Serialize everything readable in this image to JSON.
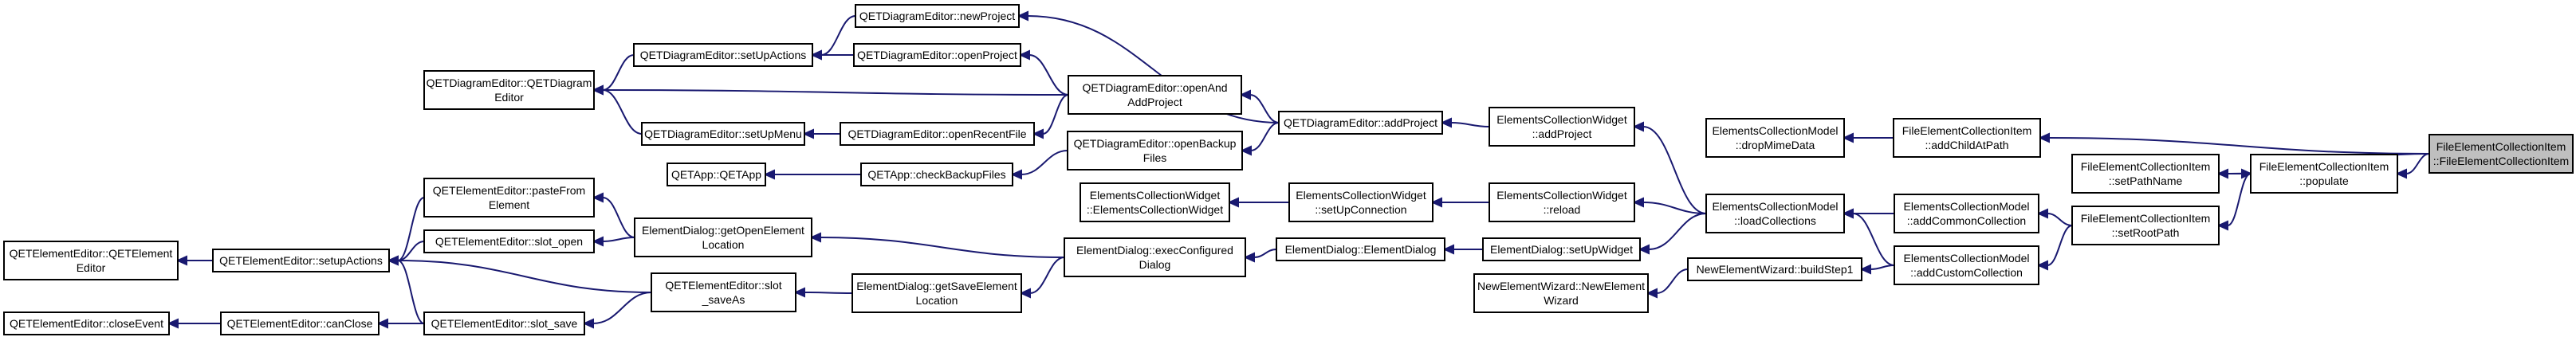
{
  "graph": {
    "root_id": "fecitem_ctor",
    "nodes": [
      {
        "id": "qetde_ctor",
        "lines": [
          "QETDiagramEditor::QETDiagram",
          "Editor"
        ]
      },
      {
        "id": "qetapp_ctor",
        "lines": [
          "QETApp::QETApp"
        ]
      },
      {
        "id": "qetee_ctor",
        "lines": [
          "QETElementEditor::QETElement",
          "Editor"
        ]
      },
      {
        "id": "qetee_closeEvent",
        "lines": [
          "QETElementEditor::closeEvent"
        ]
      },
      {
        "id": "qetde_setUpActions",
        "lines": [
          "QETDiagramEditor::setUpActions"
        ]
      },
      {
        "id": "qetde_setUpMenu",
        "lines": [
          "QETDiagramEditor::setUpMenu"
        ]
      },
      {
        "id": "qetee_pasteFromElement",
        "lines": [
          "QETElementEditor::pasteFrom",
          "Element"
        ]
      },
      {
        "id": "qetee_setupActions",
        "lines": [
          "QETElementEditor::setupActions"
        ]
      },
      {
        "id": "qetee_canClose",
        "lines": [
          "QETElementEditor::canClose"
        ]
      },
      {
        "id": "qetde_newProject",
        "lines": [
          "QETDiagramEditor::newProject"
        ]
      },
      {
        "id": "qetde_openProject",
        "lines": [
          "QETDiagramEditor::openProject"
        ]
      },
      {
        "id": "qetde_openRecentFile",
        "lines": [
          "QETDiagramEditor::openRecentFile"
        ]
      },
      {
        "id": "qetapp_checkBackupFiles",
        "lines": [
          "QETApp::checkBackupFiles"
        ]
      },
      {
        "id": "ed_getOpenElementLocation",
        "lines": [
          "ElementDialog::getOpenElement",
          "Location"
        ]
      },
      {
        "id": "qetee_slot_open",
        "lines": [
          "QETElementEditor::slot_open"
        ]
      },
      {
        "id": "qetee_slot_saveAs",
        "lines": [
          "QETElementEditor::slot",
          "_saveAs"
        ]
      },
      {
        "id": "qetee_slot_save",
        "lines": [
          "QETElementEditor::slot_save"
        ]
      },
      {
        "id": "ed_getSaveElementLocation",
        "lines": [
          "ElementDialog::getSaveElement",
          "Location"
        ]
      },
      {
        "id": "qetde_openAndAddProject",
        "lines": [
          "QETDiagramEditor::openAnd",
          "AddProject"
        ]
      },
      {
        "id": "qetde_openBackupFiles",
        "lines": [
          "QETDiagramEditor::openBackup",
          "Files"
        ]
      },
      {
        "id": "ecw_ctor",
        "lines": [
          "ElementsCollectionWidget",
          "::ElementsCollectionWidget"
        ]
      },
      {
        "id": "ed_execConfiguredDialog",
        "lines": [
          "ElementDialog::execConfigured",
          "Dialog"
        ]
      },
      {
        "id": "qetde_addProject",
        "lines": [
          "QETDiagramEditor::addProject"
        ]
      },
      {
        "id": "ecw_setUpConnection",
        "lines": [
          "ElementsCollectionWidget",
          "::setUpConnection"
        ]
      },
      {
        "id": "ed_ctor",
        "lines": [
          "ElementDialog::ElementDialog"
        ]
      },
      {
        "id": "ecw_addProject",
        "lines": [
          "ElementsCollectionWidget",
          "::addProject"
        ]
      },
      {
        "id": "ecw_reload",
        "lines": [
          "ElementsCollectionWidget",
          "::reload"
        ]
      },
      {
        "id": "ed_setUpWidget",
        "lines": [
          "ElementDialog::setUpWidget"
        ]
      },
      {
        "id": "new_ew_ctor",
        "lines": [
          "NewElementWizard::NewElement",
          "Wizard"
        ]
      },
      {
        "id": "ecm_dropMimeData",
        "lines": [
          "ElementsCollectionModel",
          "::dropMimeData"
        ]
      },
      {
        "id": "ecm_loadCollections",
        "lines": [
          "ElementsCollectionModel",
          "::loadCollections"
        ]
      },
      {
        "id": "new_ew_buildStep1",
        "lines": [
          "NewElementWizard::buildStep1"
        ]
      },
      {
        "id": "fecitem_addChildAtPath",
        "lines": [
          "FileElementCollectionItem",
          "::addChildAtPath"
        ]
      },
      {
        "id": "ecm_addCommonCollection",
        "lines": [
          "ElementsCollectionModel",
          "::addCommonCollection"
        ]
      },
      {
        "id": "ecm_addCustomCollection",
        "lines": [
          "ElementsCollectionModel",
          "::addCustomCollection"
        ]
      },
      {
        "id": "fecitem_setPathName",
        "lines": [
          "FileElementCollectionItem",
          "::setPathName"
        ]
      },
      {
        "id": "fecitem_setRootPath",
        "lines": [
          "FileElementCollectionItem",
          "::setRootPath"
        ]
      },
      {
        "id": "fecitem_populate",
        "lines": [
          "FileElementCollectionItem",
          "::populate"
        ]
      },
      {
        "id": "fecitem_ctor",
        "lines": [
          "FileElementCollectionItem",
          "::FileElementCollectionItem"
        ]
      }
    ],
    "edges": [
      [
        "qetde_ctor",
        "qetde_setUpActions"
      ],
      [
        "qetde_ctor",
        "qetde_setUpMenu"
      ],
      [
        "qetde_ctor",
        "qetde_openAndAddProject"
      ],
      [
        "qetde_setUpActions",
        "qetde_newProject"
      ],
      [
        "qetde_setUpActions",
        "qetde_openProject"
      ],
      [
        "qetde_setUpMenu",
        "qetde_openRecentFile"
      ],
      [
        "qetde_openProject",
        "qetde_openAndAddProject"
      ],
      [
        "qetde_openRecentFile",
        "qetde_openAndAddProject"
      ],
      [
        "qetde_newProject",
        "qetde_addProject"
      ],
      [
        "qetde_openAndAddProject",
        "qetde_addProject"
      ],
      [
        "qetde_openBackupFiles",
        "qetde_addProject"
      ],
      [
        "qetapp_ctor",
        "qetapp_checkBackupFiles"
      ],
      [
        "qetapp_checkBackupFiles",
        "qetde_openBackupFiles"
      ],
      [
        "qetde_addProject",
        "ecw_addProject"
      ],
      [
        "ecw_addProject",
        "ecm_loadCollections"
      ],
      [
        "ecw_ctor",
        "ecw_setUpConnection"
      ],
      [
        "ecw_setUpConnection",
        "ecw_reload"
      ],
      [
        "ecw_reload",
        "ecm_loadCollections"
      ],
      [
        "qetee_ctor",
        "qetee_setupActions"
      ],
      [
        "qetee_setupActions",
        "qetee_pasteFromElement"
      ],
      [
        "qetee_setupActions",
        "qetee_slot_open"
      ],
      [
        "qetee_setupActions",
        "qetee_slot_saveAs"
      ],
      [
        "qetee_setupActions",
        "qetee_slot_save"
      ],
      [
        "qetee_closeEvent",
        "qetee_canClose"
      ],
      [
        "qetee_canClose",
        "qetee_slot_save"
      ],
      [
        "qetee_slot_save",
        "qetee_slot_saveAs"
      ],
      [
        "qetee_pasteFromElement",
        "ed_getOpenElementLocation"
      ],
      [
        "qetee_slot_open",
        "ed_getOpenElementLocation"
      ],
      [
        "qetee_slot_saveAs",
        "ed_getSaveElementLocation"
      ],
      [
        "ed_getOpenElementLocation",
        "ed_execConfiguredDialog"
      ],
      [
        "ed_getSaveElementLocation",
        "ed_execConfiguredDialog"
      ],
      [
        "ed_execConfiguredDialog",
        "ed_ctor"
      ],
      [
        "ed_ctor",
        "ed_setUpWidget"
      ],
      [
        "ed_setUpWidget",
        "ecm_loadCollections"
      ],
      [
        "new_ew_ctor",
        "new_ew_buildStep1"
      ],
      [
        "new_ew_buildStep1",
        "ecm_addCustomCollection"
      ],
      [
        "ecm_loadCollections",
        "ecm_addCommonCollection"
      ],
      [
        "ecm_loadCollections",
        "ecm_addCustomCollection"
      ],
      [
        "ecm_dropMimeData",
        "fecitem_addChildAtPath"
      ],
      [
        "ecm_addCommonCollection",
        "fecitem_setRootPath"
      ],
      [
        "ecm_addCustomCollection",
        "fecitem_setRootPath"
      ],
      [
        "fecitem_setRootPath",
        "fecitem_populate"
      ],
      [
        "fecitem_populate",
        "fecitem_setPathName"
      ],
      [
        "fecitem_setPathName",
        "fecitem_ctor"
      ],
      [
        "fecitem_populate",
        "fecitem_ctor"
      ],
      [
        "fecitem_addChildAtPath",
        "fecitem_ctor"
      ]
    ],
    "colors": {
      "edge": "#191970",
      "node_fill": "#ffffff",
      "node_border": "#000000",
      "root_fill": "#bfbfbf"
    }
  }
}
